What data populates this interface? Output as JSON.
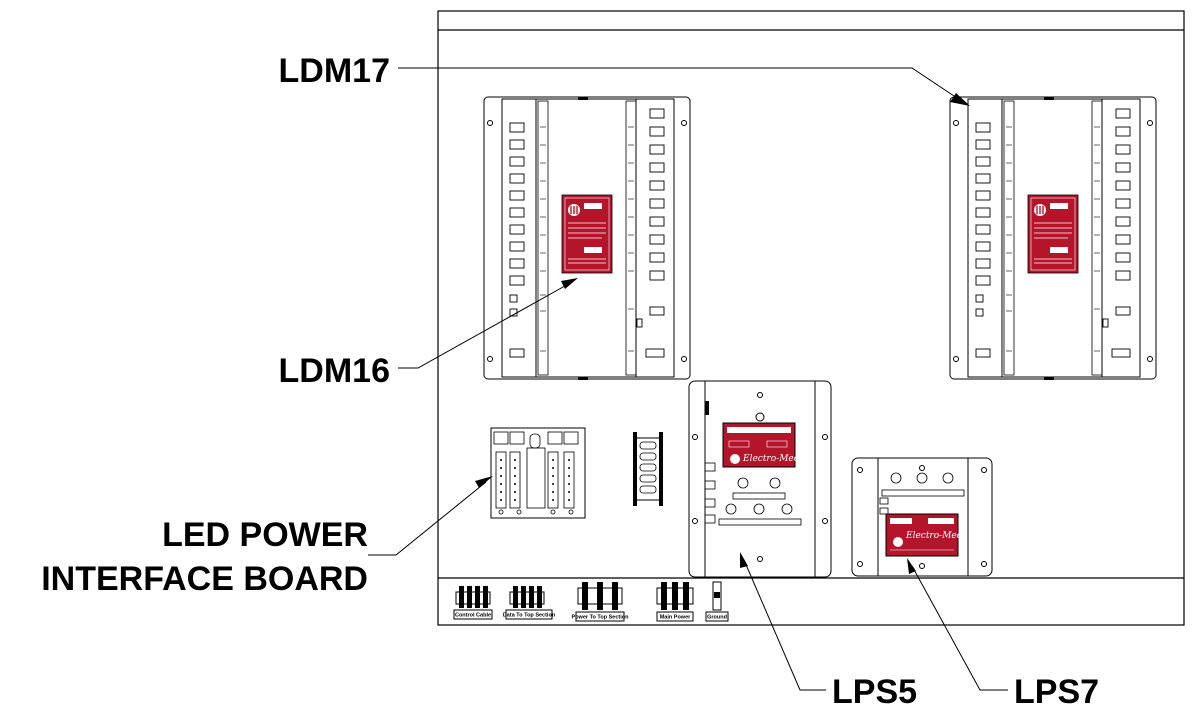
{
  "callouts": {
    "ldm17": "LDM17",
    "ldm16": "LDM16",
    "led_power_line1": "LED POWER",
    "led_power_line2": "INTERFACE BOARD",
    "lps5": "LPS5",
    "lps7": "LPS7"
  },
  "terminal_blocks": {
    "control_cable": "Control Cable",
    "data_to_top": "Data To Top Section",
    "power_to_top": "Power To Top Section",
    "main_power": "Main Power",
    "ground": "Ground"
  },
  "labels": {
    "brand": "Electro-Mech"
  },
  "colors": {
    "label_red": "#b5152b",
    "line": "#000000",
    "background": "#ffffff"
  }
}
